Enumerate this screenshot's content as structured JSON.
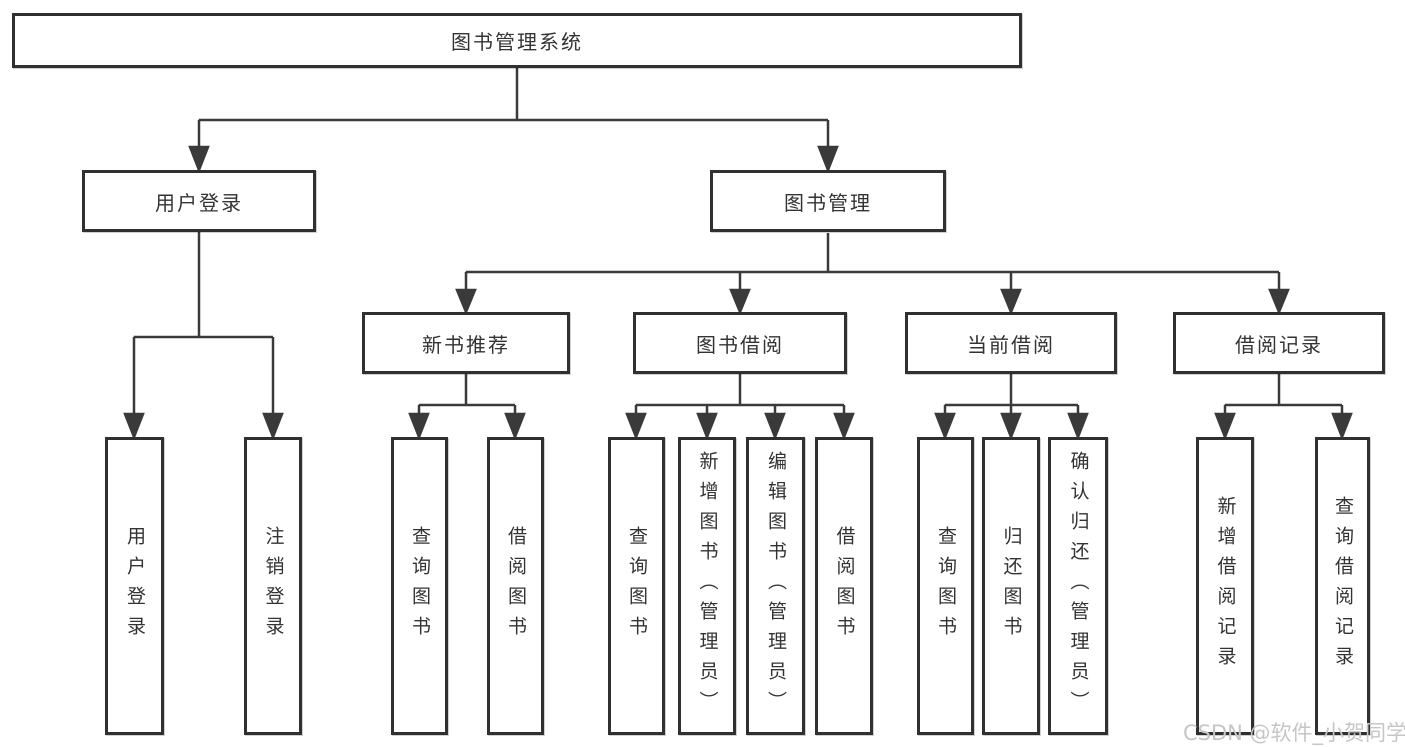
{
  "root": {
    "label": "图书管理系统"
  },
  "level2": {
    "user_login": {
      "label": "用户登录"
    },
    "book_mgmt": {
      "label": "图书管理"
    }
  },
  "level3": {
    "new_book_rec": {
      "label": "新书推荐"
    },
    "book_borrow": {
      "label": "图书借阅"
    },
    "current_borrow": {
      "label": "当前借阅"
    },
    "borrow_record": {
      "label": "借阅记录"
    }
  },
  "leaves": {
    "user_login_login": "用户登录",
    "user_login_logout": "注销登录",
    "new_book_rec_query": "查询图书",
    "new_book_rec_borrow": "借阅图书",
    "book_borrow_query": "查询图书",
    "book_borrow_add": "新增图书（管理员）",
    "book_borrow_edit": "编辑图书（管理员）",
    "book_borrow_borrow": "借阅图书",
    "current_borrow_query": "查询图书",
    "current_borrow_return": "归还图书",
    "current_borrow_confirm": "确认归还（管理员）",
    "borrow_record_add": "新增借阅记录",
    "borrow_record_query": "查询借阅记录"
  },
  "watermark": "CSDN @软件_小贺同学",
  "colors": {
    "background": "#ffffff",
    "box_border": "#303030",
    "connector": "#3a3a3a",
    "text": "#333333",
    "watermark": "#c6c6c6"
  }
}
